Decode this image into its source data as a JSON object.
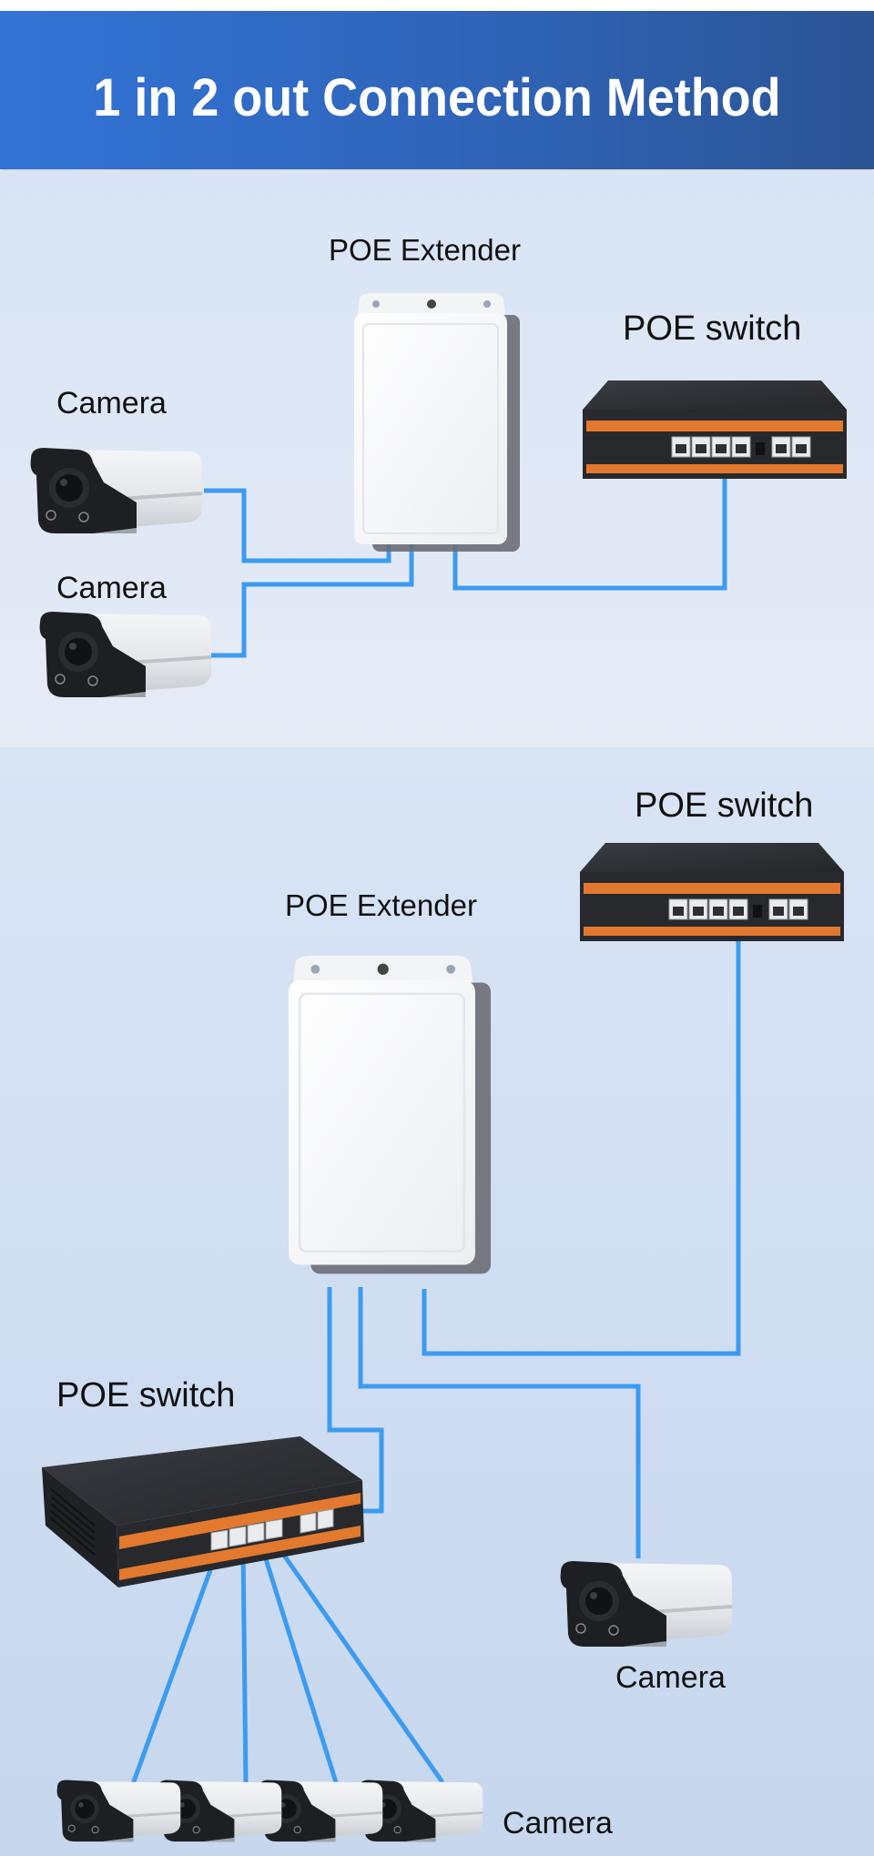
{
  "header": {
    "title": "1 in 2 out Connection Method"
  },
  "top_diagram": {
    "extender_label": "POE Extender",
    "switch_label": "POE switch",
    "camera_labels": [
      "Camera",
      "Camera"
    ]
  },
  "bottom_diagram": {
    "upstream_switch_label": "POE switch",
    "extender_label": "POE Extender",
    "downstream_switch_label": "POE switch",
    "single_camera_label": "Camera",
    "camera_row_label": "Camera",
    "camera_row_count": 4
  },
  "colors": {
    "header_start": "#3274d6",
    "header_end": "#2b5494",
    "cable": "#3d9bef",
    "switch_body": "#2c2e33",
    "switch_stripe": "#e3792e"
  }
}
